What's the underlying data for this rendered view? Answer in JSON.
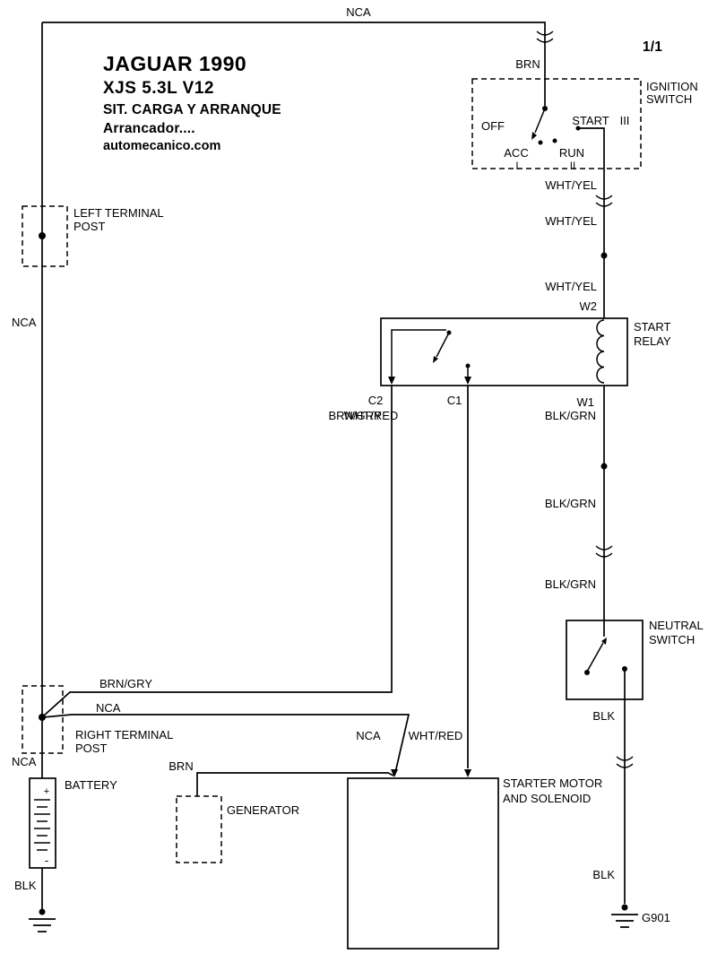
{
  "colors": {
    "ink": "#000000",
    "background": "#ffffff"
  },
  "header": {
    "page_indicator": "1/1",
    "title_line1": "JAGUAR 1990",
    "title_line2": "XJS  5.3L  V12",
    "title_line3": "SIT. CARGA  Y ARRANQUE",
    "title_line4": "Arrancador....",
    "title_line5": "automecanico.com"
  },
  "ignition_switch": {
    "name_line1": "IGNITION",
    "name_line2": "SWITCH",
    "pos_off": "OFF",
    "pos_acc": "ACC",
    "pos_acc_roman": "I",
    "pos_run": "RUN",
    "pos_run_roman": "II",
    "pos_start": "START",
    "pos_start_roman": "III"
  },
  "start_relay": {
    "name_line1": "START",
    "name_line2": "RELAY",
    "terminal_w2": "W2",
    "terminal_w1": "W1",
    "terminal_c2": "C2",
    "terminal_c1": "C1"
  },
  "neutral_switch": {
    "name_line1": "NEUTRAL",
    "name_line2": "SWITCH"
  },
  "left_terminal_post": {
    "name_line1": "LEFT TERMINAL",
    "name_line2": "POST"
  },
  "right_terminal_post": {
    "name_line1": "RIGHT TERMINAL",
    "name_line2": "POST"
  },
  "battery": {
    "name": "BATTERY",
    "positive": "+",
    "negative": "-"
  },
  "generator": {
    "name": "GENERATOR"
  },
  "starter_motor": {
    "name_line1": "STARTER MOTOR",
    "name_line2": "AND SOLENOID"
  },
  "grounds": {
    "right_ground_id": "G901"
  },
  "wire_labels": {
    "nca_top": "NCA",
    "brn_ignition": "BRN",
    "wht_yel_1": "WHT/YEL",
    "wht_yel_2": "WHT/YEL",
    "wht_yel_3": "WHT/YEL",
    "nca_left_upper": "NCA",
    "brn_gry_under_relay": "BRN/GRY",
    "wht_red_under_relay": "WHT/RED",
    "blk_grn_1": "BLK/GRN",
    "blk_grn_2": "BLK/GRN",
    "blk_grn_3": "BLK/GRN",
    "brn_gry_bottom": "BRN/GRY",
    "nca_bottom": "NCA",
    "nca_to_starter": "NCA",
    "wht_red_to_starter": "WHT/RED",
    "brn_generator": "BRN",
    "nca_battery": "NCA",
    "blk_battery": "BLK",
    "blk_neutral_upper": "BLK",
    "blk_neutral_lower": "BLK"
  }
}
